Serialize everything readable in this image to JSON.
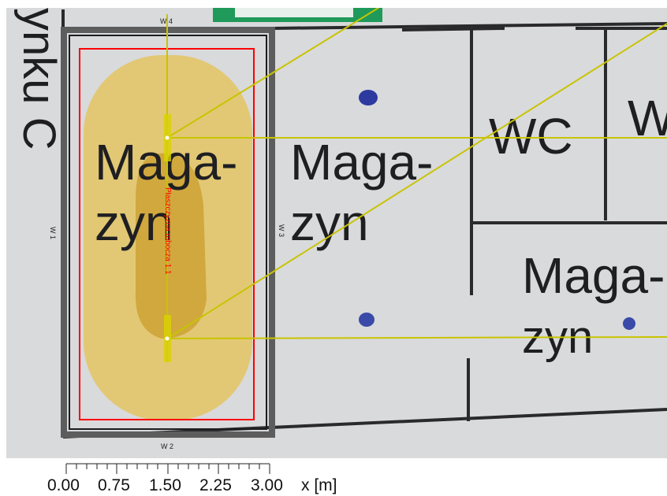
{
  "colors": {
    "background_photo": "#d9dadc",
    "room_frame": "#5d5d5d",
    "workplane_outline": "#ff0000",
    "luminaire_lines": "#c8c400",
    "illuminance_outer": "#e3c35a",
    "illuminance_inner": "#c99e2c",
    "workplane_label": "#ff0000"
  },
  "photo_text": {
    "side_text": "ynku C",
    "room_a_line1": "Maga-",
    "room_a_line2": "zyn",
    "room_b_line1": "Maga-",
    "room_b_line2": "zyn",
    "wc1": "WC",
    "wc2": "W",
    "room_c_line1": "Maga-",
    "room_c_line2": "zyn"
  },
  "walls": {
    "w1": "W 1",
    "w2": "W 2",
    "w3": "W 3",
    "w4": "W 4"
  },
  "workplane": {
    "label": "Płaszczyzna robocza 1.1"
  },
  "scale": {
    "ticks": [
      "0.00",
      "0.75",
      "1.50",
      "2.25",
      "3.00"
    ],
    "unit": "x [m]"
  }
}
